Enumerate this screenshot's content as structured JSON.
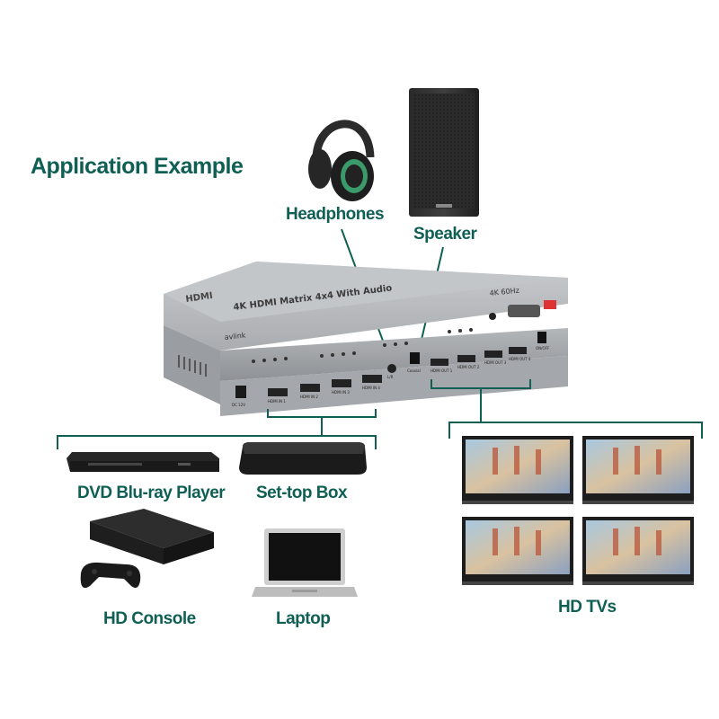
{
  "title": "Application Example",
  "accent_color": "#0f5f55",
  "labels": {
    "headphones": "Headphones",
    "speaker": "Speaker",
    "dvd": "DVD Blu-ray Player",
    "settop": "Set-top Box",
    "console": "HD Console",
    "laptop": "Laptop",
    "tvs": "HD TVs"
  },
  "device": {
    "logo": "HDMI",
    "model_title": "4K HDMI Matrix 4x4 With Audio",
    "resolution_badge": "4K 60Hz",
    "brand": "avlink",
    "power_label": "DC 12V",
    "inputs": [
      "HDMI IN 1",
      "HDMI IN 2",
      "HDMI IN 3",
      "HDMI IN 4"
    ],
    "outputs": [
      "HDMI OUT 1",
      "HDMI OUT 2",
      "HDMI OUT 3",
      "HDMI OUT 4"
    ],
    "audio_out_label": "L/R",
    "coax_label": "Coaxial",
    "switch_label": "ON/OFF"
  },
  "icons": [
    "headphones-icon",
    "speaker-icon",
    "dvd-player-icon",
    "settop-box-icon",
    "game-console-icon",
    "laptop-icon",
    "tv-icon"
  ]
}
